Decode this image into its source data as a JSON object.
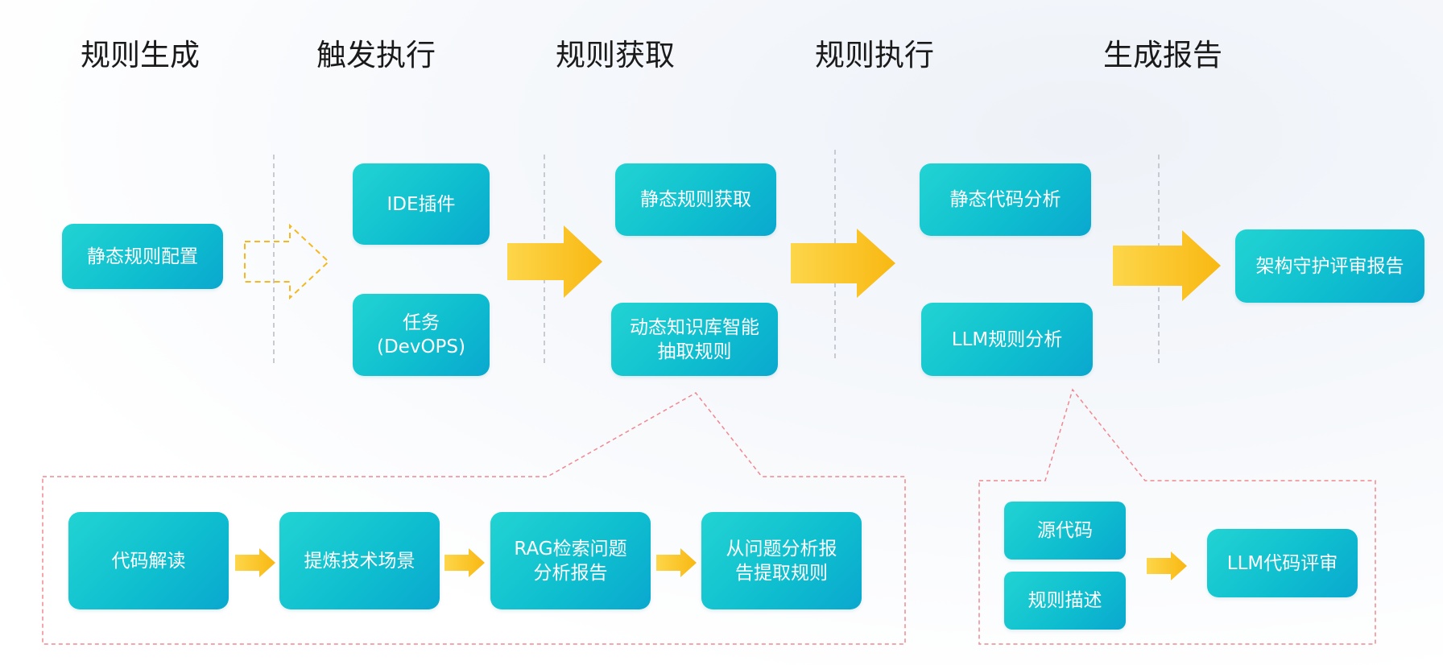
{
  "stages": [
    {
      "title": "规则生成"
    },
    {
      "title": "触发执行"
    },
    {
      "title": "规则获取"
    },
    {
      "title": "规则执行"
    },
    {
      "title": "生成报告"
    }
  ],
  "nodes": {
    "static_rule_config": "静态规则配置",
    "ide_plugin": "IDE插件",
    "task_devops": "任务\n(DevOPS)",
    "static_rule_fetch": "静态规则获取",
    "dynamic_kb_extract": "动态知识库智能\n抽取规则",
    "static_code_analysis": "静态代码分析",
    "llm_rule_analysis": "LLM规则分析",
    "arch_review_report": "架构守护评审报告"
  },
  "detail_left": {
    "steps": [
      "代码解读",
      "提炼技术场景",
      "RAG检索问题\n分析报告",
      "从问题分析报\n告提取规则"
    ]
  },
  "detail_right": {
    "inputs": [
      "源代码",
      "规则描述"
    ],
    "output": "LLM代码评审"
  },
  "colors": {
    "box_start": "#22d3d3",
    "box_end": "#0aa8cf",
    "arrow": "#f8c020",
    "callout": "#f08890",
    "divider": "#b8bcc4"
  }
}
